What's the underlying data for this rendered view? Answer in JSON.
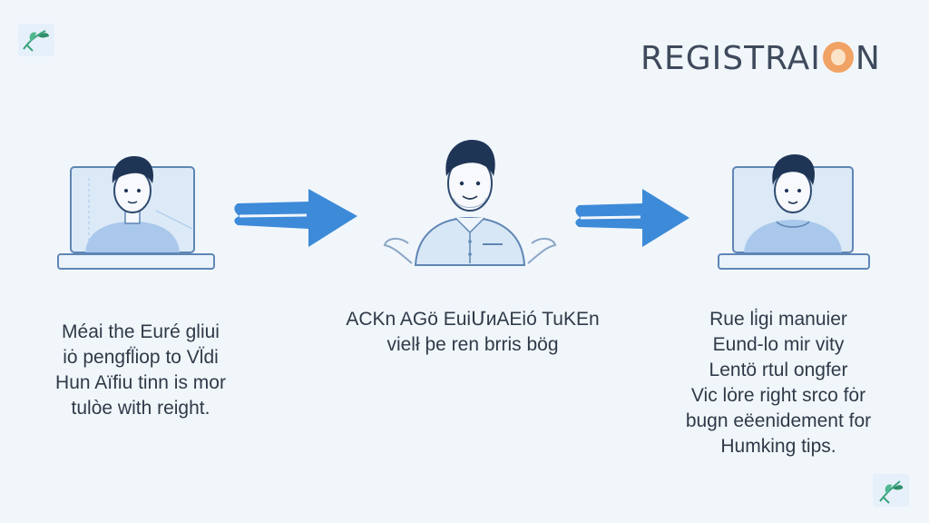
{
  "title": "REGISTRAI N",
  "steps": [
    {
      "caption": [
        "Méai the Euré gliui",
        "iȯ pengfl̈iop to Vl̈di",
        "Hun Aïfiu tinn is mor",
        "tulòe with reight."
      ]
    },
    {
      "caption": [
        "ACKn AGö EuiՄᴎAEió TuKEn",
        "vielł þe ren brris bög"
      ]
    },
    {
      "caption": [
        "Rue li̇gi manuier",
        "Eund-lo mir vity",
        "Lentö rtul ongfer",
        "Vic lȯre right srco fȯr",
        "bugn eëenidement for",
        "Humking tips."
      ]
    }
  ],
  "colors": {
    "accent": "#3d8ad8",
    "screen": "#dceaf7",
    "frame": "#5f86b4",
    "shirt": "#a9c8eb",
    "hair": "#1f3556"
  },
  "icons": [
    "sprout-icon",
    "arrow-right-icon"
  ]
}
